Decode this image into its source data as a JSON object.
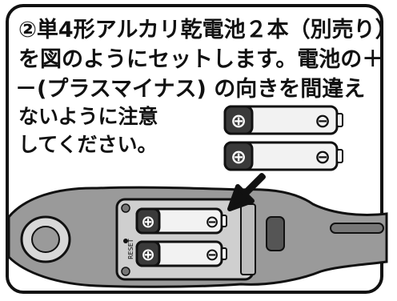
{
  "instruction": {
    "line1": "②単4形アルカリ乾電池２本（別売り）",
    "line2": "を図のようにセットします。電池の＋",
    "line3": "－(プラスマイナス) の向きを間違え",
    "line4": "ないように注意",
    "line5": "してください。"
  },
  "device": {
    "reset_label": "RESET"
  },
  "battery": {
    "plus_symbol": "⊕",
    "minus_symbol": "⊖"
  },
  "colors": {
    "border": "#111111",
    "battery_body": "#f2f2f2",
    "device_dark": "#3a3a3a",
    "device_light": "#bdbdbd"
  }
}
